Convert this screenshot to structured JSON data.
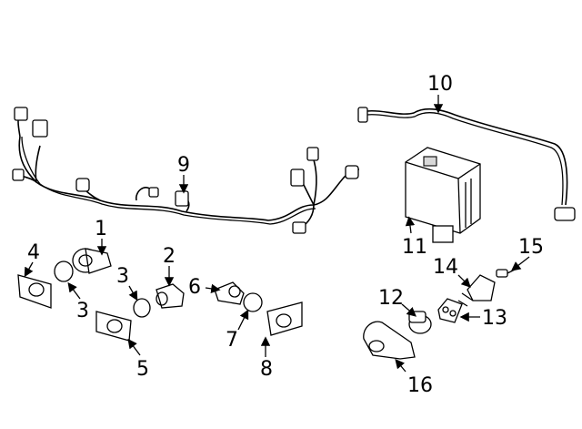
{
  "callouts": [
    {
      "id": "1",
      "text": "1"
    },
    {
      "id": "2",
      "text": "2"
    },
    {
      "id": "3a",
      "text": "3"
    },
    {
      "id": "3b",
      "text": "3"
    },
    {
      "id": "4",
      "text": "4"
    },
    {
      "id": "5",
      "text": "5"
    },
    {
      "id": "6",
      "text": "6"
    },
    {
      "id": "7",
      "text": "7"
    },
    {
      "id": "8",
      "text": "8"
    },
    {
      "id": "9",
      "text": "9"
    },
    {
      "id": "10",
      "text": "10"
    },
    {
      "id": "11",
      "text": "11"
    },
    {
      "id": "12",
      "text": "12"
    },
    {
      "id": "13",
      "text": "13"
    },
    {
      "id": "14",
      "text": "14"
    },
    {
      "id": "15",
      "text": "15"
    },
    {
      "id": "16",
      "text": "16"
    }
  ]
}
